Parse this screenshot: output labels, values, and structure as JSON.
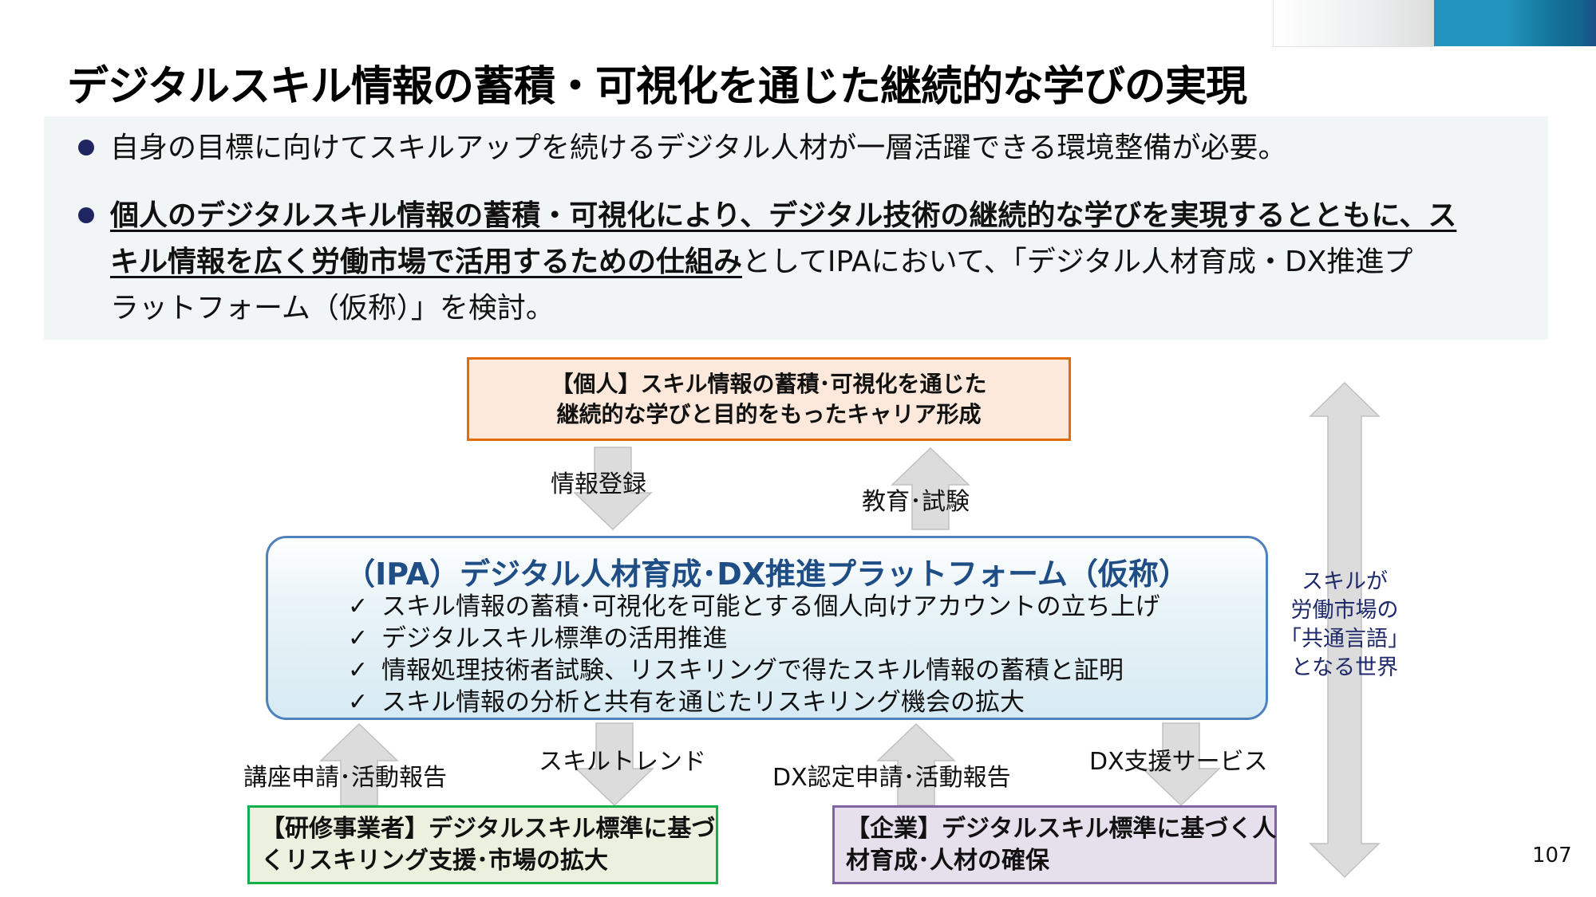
{
  "slide": {
    "title": "デジタルスキル情報の蓄積・可視化を通じた継続的な学びの実現",
    "page_number": "107",
    "colors": {
      "bullet": "#1f2560",
      "ipa_title": "#1f4e86",
      "orange_border": "#e36c0a",
      "green_border": "#13b04a",
      "purple_border": "#8064a2",
      "ipa_border": "#4f81bd",
      "side_label": "#1f2a6b"
    }
  },
  "bullets": [
    {
      "text": "自身の目標に向けてスキルアップを続けるデジタル人材が一層活躍できる環境整備が必要。"
    },
    {
      "line1_bold": "個人のデジタルスキル情報の蓄積・可視化により、デジタル技術の継続的な学びを実現するとともに、ス",
      "line2_bold": "キル情報を広く労働市場で活用するための仕組み",
      "line2_normal": "としてIPAにおいて、「デジタル人材育成・DX推進プ",
      "line3_normal": "ラットフォーム（仮称）」を検討。"
    }
  ],
  "diagram": {
    "individual_box": {
      "line1": "【個人】スキル情報の蓄積･可視化を通じた",
      "line2": "継続的な学びと目的をもったキャリア形成"
    },
    "arrow_labels": {
      "info_register": "情報登録",
      "education_exam": "教育･試験",
      "course_application": "講座申請･活動報告",
      "skill_trend": "スキルトレンド",
      "dx_certification": "DX認定申請･活動報告",
      "dx_support": "DX支援サービス"
    },
    "ipa_box": {
      "title": "（IPA）デジタル人材育成･DX推進プラットフォーム（仮称）",
      "check_glyph": "✓",
      "items": [
        "スキル情報の蓄積･可視化を可能とする個人向けアカウントの立ち上げ",
        "デジタルスキル標準の活用推進",
        "情報処理技術者試験、リスキリングで得たスキル情報の蓄積と証明",
        "スキル情報の分析と共有を通じたリスキリング機会の拡大"
      ]
    },
    "training_box": {
      "line1": "【研修事業者】デジタルスキル標準に基づ",
      "line2": "くリスキリング支援･市場の拡大"
    },
    "company_box": {
      "line1": "【企業】デジタルスキル標準に基づく人",
      "line2": "材育成･人材の確保"
    },
    "side_label": {
      "line1": "スキルが",
      "line2": "労働市場の",
      "line3": "「共通言語」",
      "line4": "となる世界"
    }
  }
}
